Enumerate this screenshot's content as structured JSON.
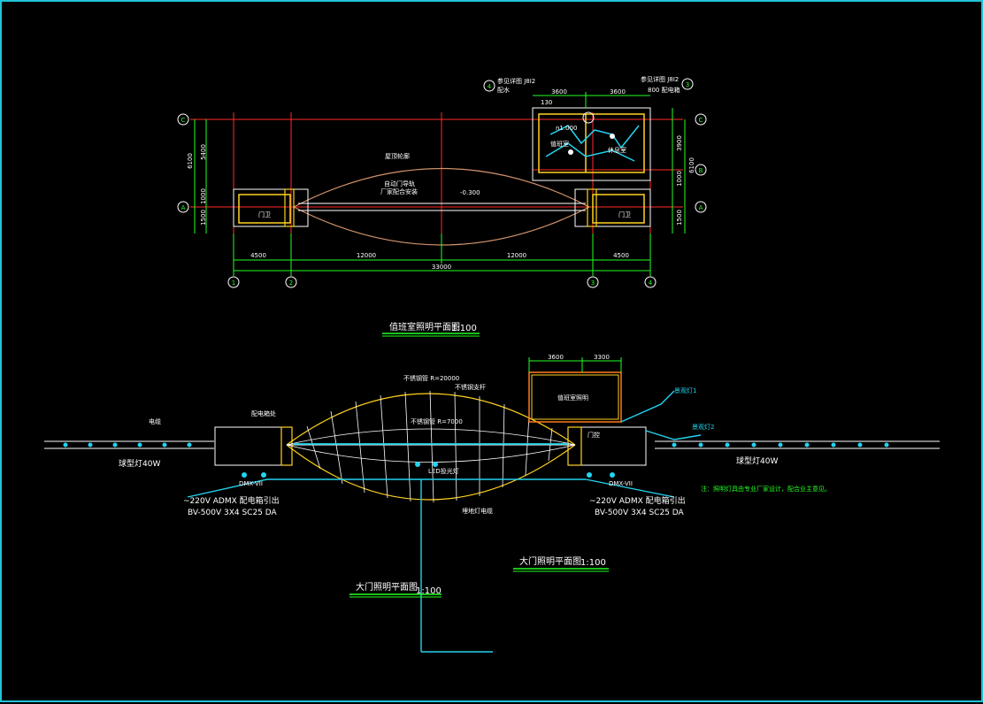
{
  "colors": {
    "background": "#000000",
    "frame": "#22c3d8",
    "wall": "#ffffff",
    "axis": "#ff2a2a",
    "dimension": "#22ff22",
    "building": "#ffd21f",
    "canopy": "#d0916a",
    "cable": "#22d4f0",
    "room_outline": "#ff7a1a",
    "label": "#ffffff",
    "title": "#ffffff"
  },
  "plan_top": {
    "title": "值班室照明平面图",
    "scale": "1:100",
    "axis_rows": [
      "C",
      "B",
      "A"
    ],
    "axis_cols": [
      "1",
      "2",
      "3",
      "4"
    ],
    "dims_bottom": [
      "4500",
      "12000",
      "12000",
      "4500"
    ],
    "dim_total": "33000",
    "dims_left": [
      "6100",
      "5400",
      "1000",
      "1500"
    ],
    "dims_right": [
      "3900",
      "6100",
      "1000",
      "1500"
    ],
    "dims_top": [
      "3600",
      "3600"
    ],
    "right_axis_top": [
      "4",
      "3"
    ],
    "notes": {
      "canopy_label": "屋顶轮廓",
      "door_track": "自动门导轨",
      "factory_install": "厂家配合安装",
      "elevation": "-0.300",
      "room_left": "门卫",
      "room_right": "门卫",
      "duty_room": "值班室",
      "rest_room": "休息室",
      "sub_panel_left": "参见详图 J8I2",
      "sub_panel_left2": "配水",
      "sub_panel_right": "参见详图 J8I2",
      "sub_panel_right2": "800 配电箱",
      "dim_130": "130",
      "lamp_tag": "n1.000"
    }
  },
  "plan_bottom": {
    "title": "大门照明平面图",
    "scale": "1:100",
    "dims_top": [
      "3600",
      "3300"
    ],
    "box_left_label": "配电箱处",
    "box_right_label": "门控",
    "room_label": "值班室照明",
    "lamp_left": "球型灯40W",
    "lamp_right": "球型灯40W",
    "cable_left_1": "~220V ADMX 配电箱引出",
    "cable_left_2": "BV-500V 3X4 SC25 DA",
    "cable_right_1": "~220V ADMX 配电箱引出",
    "cable_right_2": "BV-500V 3X4 SC25 DA",
    "note": "注：照明灯具由专业厂家设计，配合业主意见。",
    "arc_outer": "不锈钢管 R=20000",
    "arc_inner": "不锈钢管 R=7000",
    "arc_side": "不锈钢支杆",
    "lamp_spec": "LED投光灯",
    "tag_left": "DMX-VII",
    "tag_right": "DMX-VII",
    "wire_left": "电缆",
    "street_tag": "景观灯1",
    "street_tag2": "景观灯2",
    "center_tag": "埋地灯电缆"
  }
}
